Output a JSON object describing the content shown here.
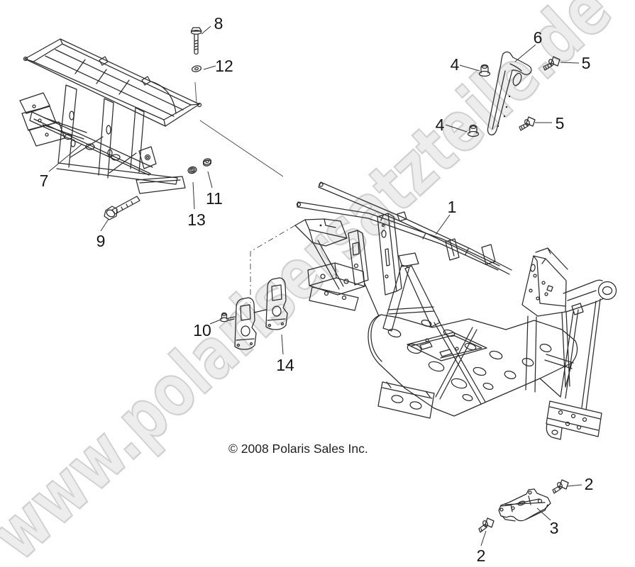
{
  "watermark": {
    "text": "www.polarisersatzteile.de"
  },
  "footer": {
    "copyright": "© 2008 Polaris Sales Inc."
  },
  "colors": {
    "background": "#ffffff",
    "line_art": "#2b2b2b",
    "watermark_fill": "#ededed",
    "watermark_outline": "#d2d2d2",
    "label_text": "#161616"
  },
  "callouts": [
    {
      "ref": "1"
    },
    {
      "ref": "2"
    },
    {
      "ref": "2"
    },
    {
      "ref": "3"
    },
    {
      "ref": "4"
    },
    {
      "ref": "4"
    },
    {
      "ref": "5"
    },
    {
      "ref": "5"
    },
    {
      "ref": "6"
    },
    {
      "ref": "7"
    },
    {
      "ref": "8"
    },
    {
      "ref": "9"
    },
    {
      "ref": "10"
    },
    {
      "ref": "11"
    },
    {
      "ref": "12"
    },
    {
      "ref": "13"
    },
    {
      "ref": "14"
    }
  ]
}
